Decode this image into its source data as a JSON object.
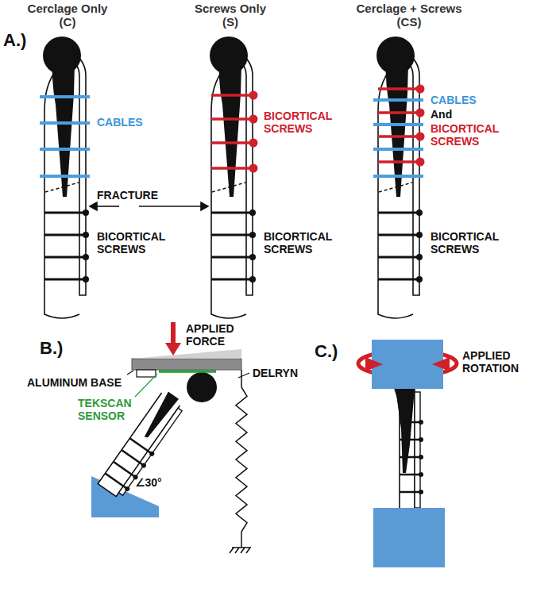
{
  "diagram": {
    "labels": [
      "A.)",
      "Cerclage Only (C)",
      "Screws Only (S)",
      "Cerclage + Screws (CS)",
      "CABLES",
      "FRACTURE",
      "BICORTICAL SCREWS",
      "BICORTICAL SCREWS",
      "BICORTICAL SCREWS",
      "CABLES",
      "And",
      "BICORTICAL SCREWS",
      "BICORTICAL SCREWS",
      "B.)",
      "APPLIED FORCE",
      "ALUMINUM BASE",
      "DELRYN",
      "TEKSCAN SENSOR",
      "∠30°",
      "C.)",
      "APPLIED ROTATION"
    ]
  }
}
